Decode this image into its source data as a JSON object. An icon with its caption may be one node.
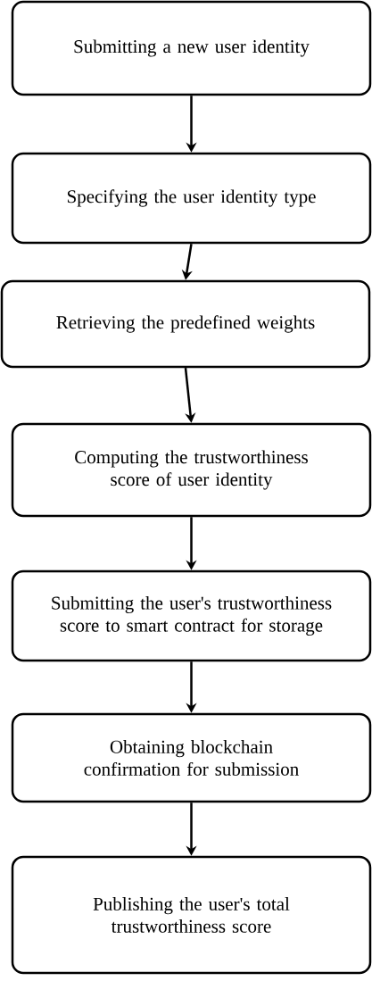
{
  "diagram": {
    "nodes": [
      {
        "text": [
          "Submitting a new user identity"
        ]
      },
      {
        "text": [
          "Specifying the user identity type"
        ]
      },
      {
        "text": [
          "Retrieving the predefined weights"
        ]
      },
      {
        "text": [
          "Computing the trustworthiness score of user identity"
        ]
      },
      {
        "text": [
          "Submitting the user's trustworthiness score to smart contract for storage"
        ]
      },
      {
        "text": [
          "Obtaining blockchain confirmation for submission"
        ]
      },
      {
        "text": [
          "Publishing the user's total trustworthiness score"
        ]
      }
    ],
    "edges": [
      {
        "from": 0,
        "to": 1,
        "arrow": "to"
      },
      {
        "from": 1,
        "to": 2,
        "arrow": "to"
      },
      {
        "from": 2,
        "to": 3,
        "arrow": "to"
      },
      {
        "from": 3,
        "to": 4,
        "arrow": "to"
      },
      {
        "from": 4,
        "to": 5,
        "arrow": "to"
      },
      {
        "from": 5,
        "to": 6,
        "arrow": "to"
      }
    ]
  }
}
